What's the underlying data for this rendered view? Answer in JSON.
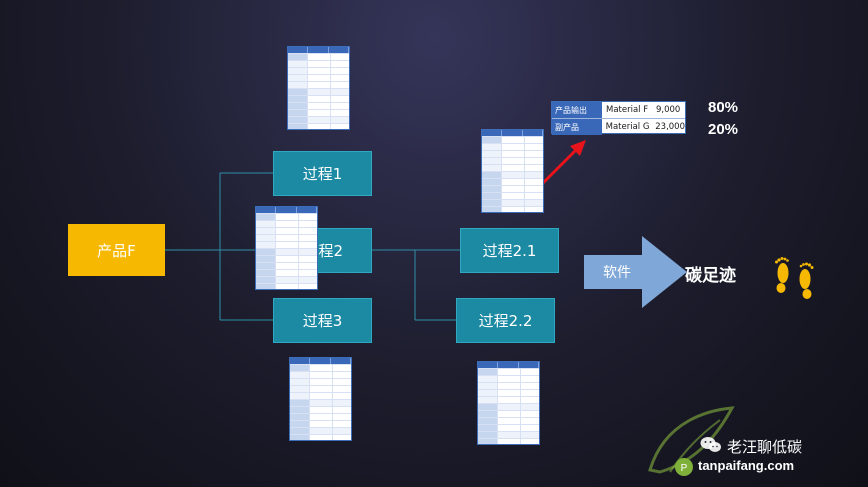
{
  "nodes": {
    "product": "产品F",
    "process1": "过程1",
    "process2": "过程2",
    "process3": "过程3",
    "process21": "过程2.1",
    "process22": "过程2.2"
  },
  "output_table": {
    "rows": [
      {
        "label": "产品输出",
        "material": "Material F",
        "value": "9,000"
      },
      {
        "label": "副产品",
        "material": "Material G",
        "value": "23,000"
      }
    ]
  },
  "percent_main": "80%",
  "percent_by": "20%",
  "software_label": "软件",
  "result_label": "碳足迹",
  "watermark": {
    "account": "老汪聊低碳",
    "url": "tanpaifang.com"
  },
  "colors": {
    "process": "#1d8aa3",
    "product": "#f6b800",
    "arrow_red": "#e8141c",
    "software_arrow": "#7fa8d8",
    "table_header": "#3a68b8"
  },
  "icons": [
    "footprints-icon",
    "wechat-icon",
    "leaf-logo-icon"
  ]
}
